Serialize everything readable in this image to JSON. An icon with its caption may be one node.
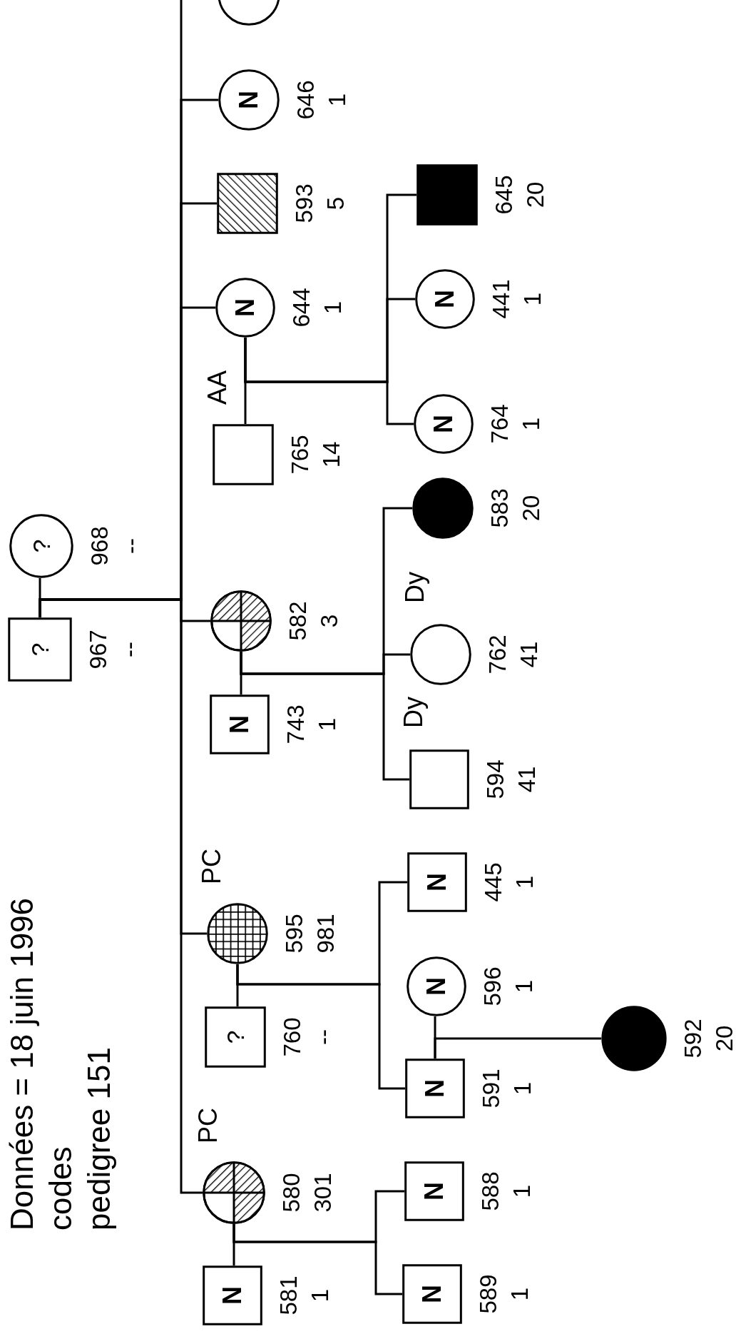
{
  "diagram": {
    "nodes": [
      {
        "text": [
          "?"
        ],
        "beside": [
          "967",
          "--"
        ]
      },
      {
        "text": [
          "?"
        ],
        "beside": [
          "968",
          "--"
        ]
      },
      {
        "text": [],
        "shape": "circle"
      },
      {
        "text": [
          "N"
        ],
        "beside": [
          "646",
          "1"
        ]
      },
      {
        "text": [],
        "shape": "box",
        "beside": [
          "593",
          "5"
        ]
      },
      {
        "text": [
          "N"
        ],
        "beside": [
          "644",
          "1"
        ]
      },
      {
        "text": [],
        "shape": "box",
        "beside": [
          "AA",
          "765",
          "14"
        ]
      },
      {
        "text": [
          "N"
        ],
        "beside": [
          "764",
          "1"
        ]
      },
      {
        "text": [
          "N"
        ],
        "beside": [
          "441",
          "1"
        ]
      },
      {
        "text": [],
        "shape": "box",
        "beside": [
          "645",
          "20"
        ]
      },
      {
        "text": [],
        "shape": "circle",
        "beside": [
          "582",
          "3"
        ]
      },
      {
        "text": [
          "N"
        ],
        "beside": [
          "743",
          "1"
        ]
      },
      {
        "text": [],
        "shape": "box",
        "beside": [
          "Dy",
          "594",
          "41"
        ]
      },
      {
        "text": [],
        "shape": "circle",
        "beside": [
          "Dy",
          "762",
          "41"
        ]
      },
      {
        "text": [],
        "shape": "circle",
        "beside": [
          "583",
          "20"
        ]
      },
      {
        "text": [],
        "shape": "circle",
        "beside": [
          "PC",
          "595",
          "981"
        ]
      },
      {
        "text": [
          "?"
        ],
        "beside": [
          "760",
          "--"
        ]
      },
      {
        "text": [
          "N"
        ],
        "beside": [
          "591",
          "1"
        ]
      },
      {
        "text": [
          "N"
        ],
        "beside": [
          "596",
          "1"
        ]
      },
      {
        "text": [
          "N"
        ],
        "beside": [
          "445",
          "1"
        ]
      },
      {
        "text": [],
        "shape": "circle",
        "beside": [
          "592",
          "20"
        ]
      },
      {
        "text": [],
        "shape": "circle",
        "beside": [
          "PC",
          "580",
          "301"
        ]
      },
      {
        "text": [
          "N"
        ],
        "beside": [
          "581",
          "1"
        ]
      },
      {
        "text": [
          "N"
        ],
        "beside": [
          "588",
          "1"
        ]
      },
      {
        "text": [
          "N"
        ],
        "beside": [
          "589",
          "1"
        ]
      }
    ],
    "edges": [
      {
        "from": 0,
        "to": 1,
        "arrow": "none"
      },
      {
        "from": 0,
        "to": 2,
        "arrow": "none"
      },
      {
        "from": 0,
        "to": 3,
        "arrow": "none"
      },
      {
        "from": 0,
        "to": 4,
        "arrow": "none"
      },
      {
        "from": 0,
        "to": 5,
        "arrow": "none"
      },
      {
        "from": 0,
        "to": 10,
        "arrow": "none"
      },
      {
        "from": 0,
        "to": 15,
        "arrow": "none"
      },
      {
        "from": 0,
        "to": 21,
        "arrow": "none"
      },
      {
        "from": 5,
        "to": 6,
        "arrow": "none"
      },
      {
        "from": 5,
        "to": 7,
        "arrow": "none"
      },
      {
        "from": 5,
        "to": 8,
        "arrow": "none"
      },
      {
        "from": 5,
        "to": 9,
        "arrow": "none"
      },
      {
        "from": 10,
        "to": 11,
        "arrow": "none"
      },
      {
        "from": 10,
        "to": 12,
        "arrow": "none"
      },
      {
        "from": 10,
        "to": 13,
        "arrow": "none"
      },
      {
        "from": 10,
        "to": 14,
        "arrow": "none"
      },
      {
        "from": 15,
        "to": 16,
        "arrow": "none"
      },
      {
        "from": 15,
        "to": 17,
        "arrow": "none"
      },
      {
        "from": 15,
        "to": 19,
        "arrow": "none"
      },
      {
        "from": 17,
        "to": 18,
        "arrow": "none"
      },
      {
        "from": 17,
        "to": 20,
        "arrow": "none"
      },
      {
        "from": 21,
        "to": 22,
        "arrow": "none"
      },
      {
        "from": 21,
        "to": 23,
        "arrow": "none"
      },
      {
        "from": 21,
        "to": 24,
        "arrow": "none"
      }
    ],
    "labels": [
      "Données = 18 juin 1996",
      "codes",
      "pedigree 151"
    ]
  }
}
